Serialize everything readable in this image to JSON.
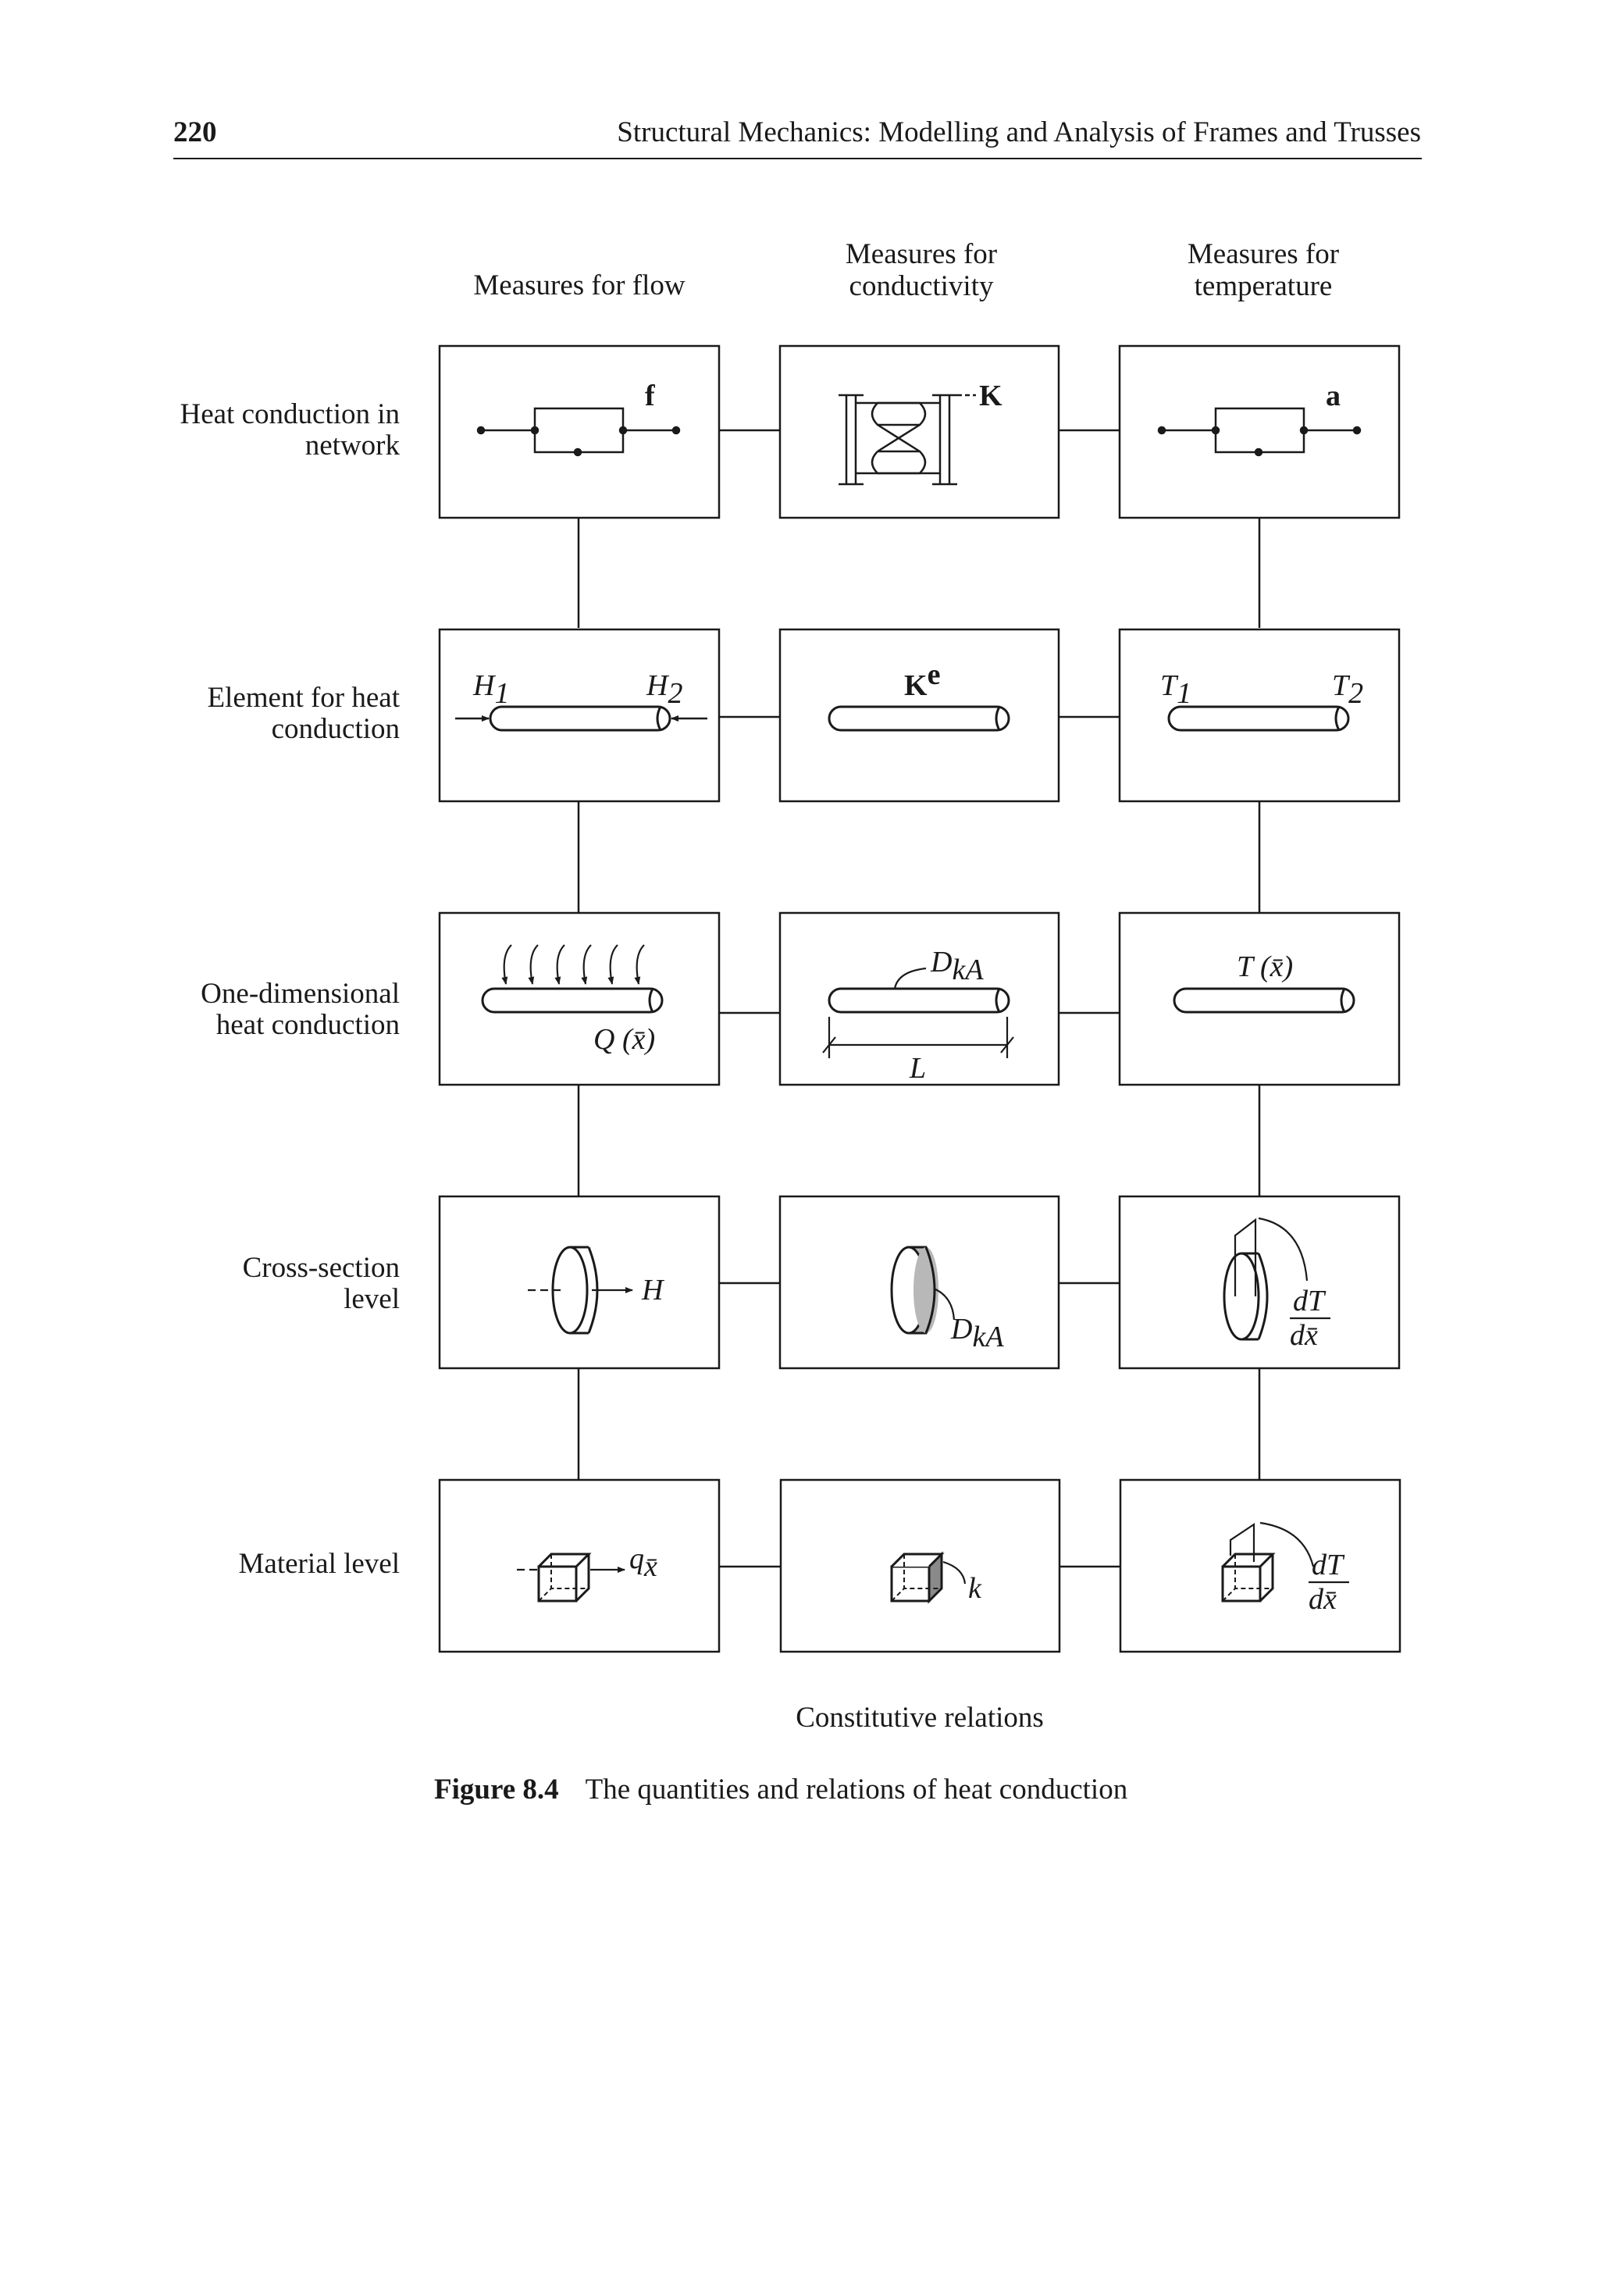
{
  "header": {
    "page_number": "220",
    "running_title": "Structural Mechanics: Modelling and Analysis of Frames and Trusses"
  },
  "columns": [
    "Measures for flow",
    "Measures for conductivity",
    "Measures for temperature"
  ],
  "rows": [
    "Heat conduction in network",
    "Element for heat conduction",
    "One-dimensional heat conduction",
    "Cross-section level",
    "Material level"
  ],
  "symbols": {
    "flow_vector": "f",
    "conductivity_matrix": "K",
    "temperature_vector": "a",
    "element_flow_1": "H",
    "sub_1": "1",
    "element_flow_2": "H",
    "sub_2": "2",
    "element_conductivity": "K",
    "element_conductivity_sup": "e",
    "element_temp_1": "T",
    "element_temp_2": "T",
    "distributed_flow": "Q (x̄)",
    "conductance": "D",
    "conductance_sub": "kA",
    "length": "L",
    "temperature_field": "T (x̄)",
    "section_flow": "H",
    "gradient_num": "dT",
    "gradient_den": "dx̄",
    "material_flow": "q",
    "material_flow_sub": "x̄",
    "material_conductivity": "k"
  },
  "bottom_caption": "Constitutive relations",
  "figure": {
    "label": "Figure 8.4",
    "caption": "The quantities and relations of heat conduction"
  }
}
